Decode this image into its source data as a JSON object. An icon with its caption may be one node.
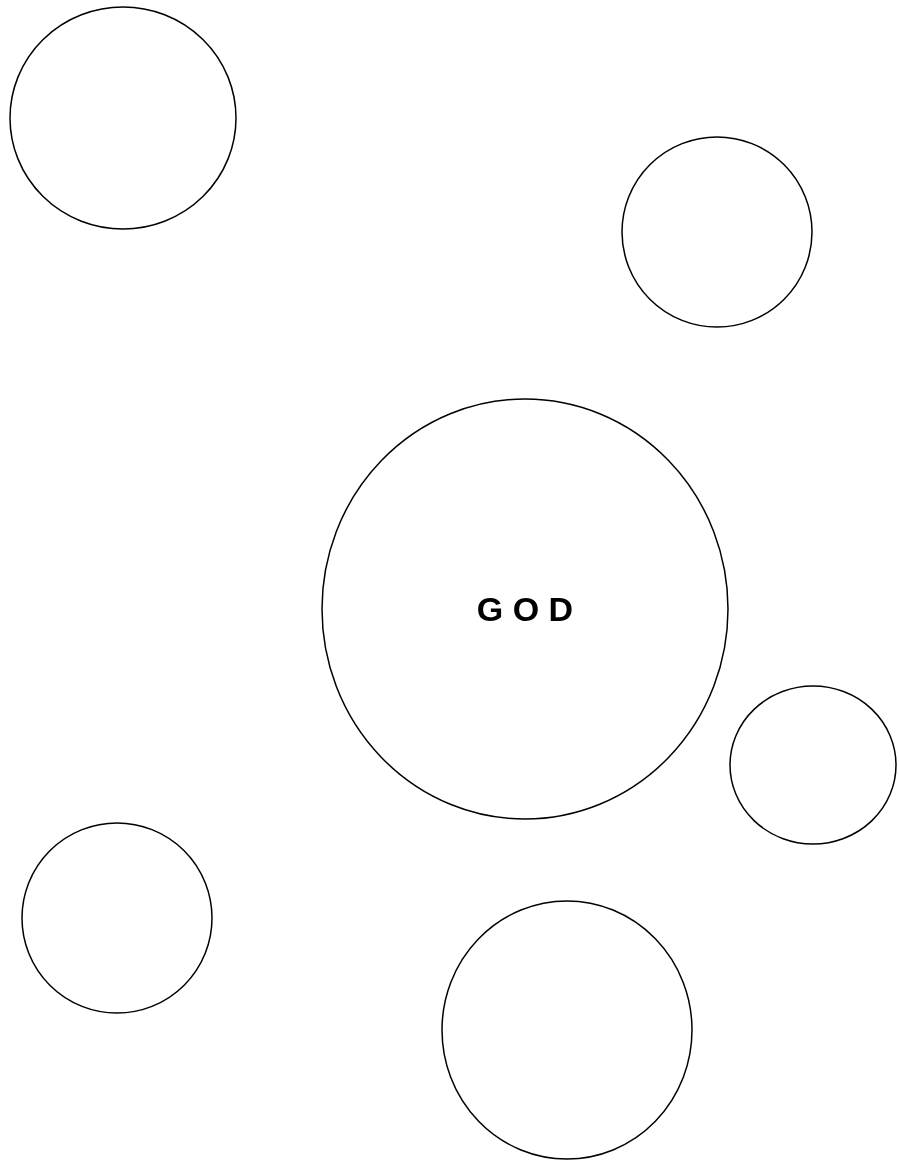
{
  "diagram": {
    "nodes": [
      {
        "text": [],
        "shape": "circle"
      },
      {
        "text": [],
        "shape": "circle"
      },
      {
        "text": [
          "G O D"
        ]
      },
      {
        "text": [],
        "shape": "circle"
      },
      {
        "text": [],
        "shape": "circle"
      },
      {
        "text": [],
        "shape": "circle"
      }
    ]
  }
}
